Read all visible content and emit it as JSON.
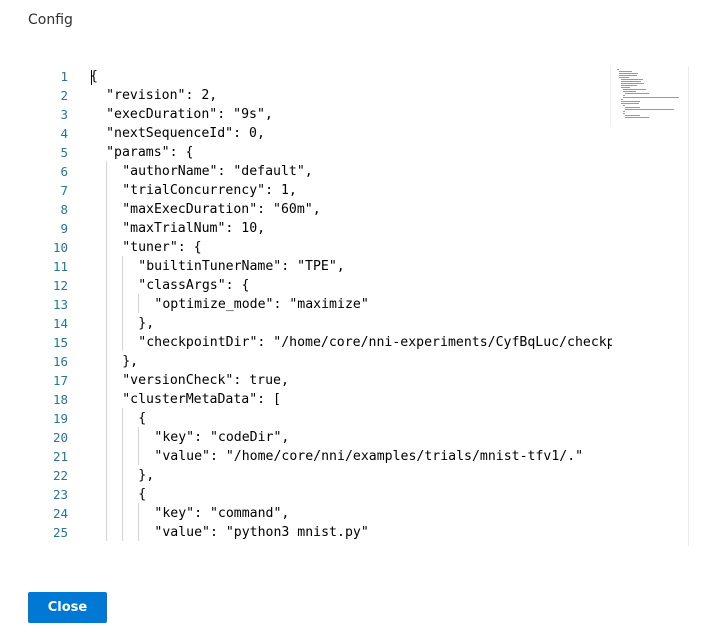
{
  "dialog": {
    "title": "Config",
    "close_label": "Close"
  },
  "editor": {
    "lines": [
      {
        "n": "1",
        "indent": 0,
        "text": "{"
      },
      {
        "n": "2",
        "indent": 1,
        "text": "\"revision\": 2,"
      },
      {
        "n": "3",
        "indent": 1,
        "text": "\"execDuration\": \"9s\","
      },
      {
        "n": "4",
        "indent": 1,
        "text": "\"nextSequenceId\": 0,"
      },
      {
        "n": "5",
        "indent": 1,
        "text": "\"params\": {"
      },
      {
        "n": "6",
        "indent": 2,
        "text": "\"authorName\": \"default\","
      },
      {
        "n": "7",
        "indent": 2,
        "text": "\"trialConcurrency\": 1,"
      },
      {
        "n": "8",
        "indent": 2,
        "text": "\"maxExecDuration\": \"60m\","
      },
      {
        "n": "9",
        "indent": 2,
        "text": "\"maxTrialNum\": 10,"
      },
      {
        "n": "10",
        "indent": 2,
        "text": "\"tuner\": {"
      },
      {
        "n": "11",
        "indent": 3,
        "text": "\"builtinTunerName\": \"TPE\","
      },
      {
        "n": "12",
        "indent": 3,
        "text": "\"classArgs\": {"
      },
      {
        "n": "13",
        "indent": 4,
        "text": "\"optimize_mode\": \"maximize\""
      },
      {
        "n": "14",
        "indent": 3,
        "text": "},"
      },
      {
        "n": "15",
        "indent": 3,
        "text": "\"checkpointDir\": \"/home/core/nni-experiments/CyfBqLuc/checkpoi"
      },
      {
        "n": "16",
        "indent": 2,
        "text": "},"
      },
      {
        "n": "17",
        "indent": 2,
        "text": "\"versionCheck\": true,"
      },
      {
        "n": "18",
        "indent": 2,
        "text": "\"clusterMetaData\": ["
      },
      {
        "n": "19",
        "indent": 3,
        "text": "{"
      },
      {
        "n": "20",
        "indent": 4,
        "text": "\"key\": \"codeDir\","
      },
      {
        "n": "21",
        "indent": 4,
        "text": "\"value\": \"/home/core/nni/examples/trials/mnist-tfv1/.\""
      },
      {
        "n": "22",
        "indent": 3,
        "text": "},"
      },
      {
        "n": "23",
        "indent": 3,
        "text": "{"
      },
      {
        "n": "24",
        "indent": 4,
        "text": "\"key\": \"command\","
      },
      {
        "n": "25",
        "indent": 4,
        "text": "\"value\": \"python3 mnist.py\""
      }
    ]
  },
  "colors": {
    "line_number": "#237893",
    "button_bg": "#0078d4",
    "button_text": "#ffffff",
    "indent_guide": "#d3d3d3"
  }
}
